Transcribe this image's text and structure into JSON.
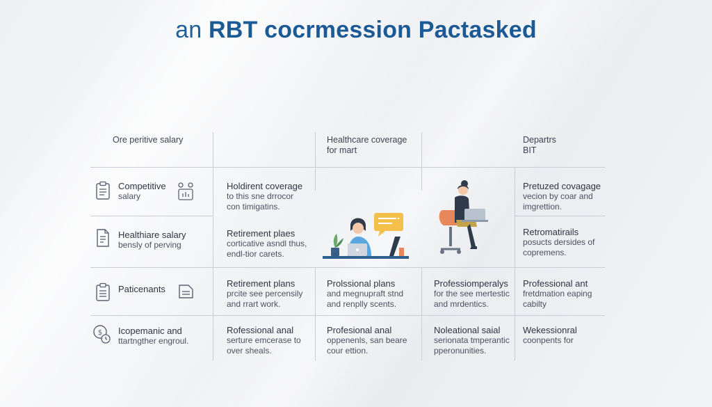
{
  "title": {
    "part1": "an ",
    "part2": "RBT cocrmession Pactasked"
  },
  "headers": {
    "col1": "Ore peritive salary",
    "col3_line1": "Healthcare coverage",
    "col3_line2": "for mart",
    "col5_line1": "Departrs",
    "col5_line2": "BIT"
  },
  "rows": [
    {
      "c1": [
        "Competitive",
        "salary"
      ],
      "c2": [
        "Holdirent coverage",
        "to this sne drrocor",
        "con timigatins."
      ],
      "c5": [
        "Pretuzed covagage",
        "vecion by coar and",
        "imgrettion."
      ]
    },
    {
      "c1": [
        "Healthiare salary",
        "bensly of perving"
      ],
      "c2": [
        "Retirement plaes",
        "corticative asndl thus,",
        "endl-tior carets."
      ],
      "c5": [
        "Retromatirails",
        "posucts dersides of",
        "copremens."
      ]
    },
    {
      "c1": [
        "Paticenants"
      ],
      "c2": [
        "Retirement plans",
        "prcite see percensily",
        "and rrart work."
      ],
      "c3": [
        "Prolssional plans",
        "and megnupraft stnd",
        "and renplly scents."
      ],
      "c4": [
        "Professiomperalys",
        "for the see mertestic",
        "and mrdentics."
      ],
      "c5": [
        "Professional ant",
        "fretdmation eaping",
        "cabilty"
      ]
    },
    {
      "c1": [
        "Icopemanic and",
        "ttartngther engroul."
      ],
      "c2": [
        "Rofessional anal",
        "serture emcerase to",
        "over sheals."
      ],
      "c3": [
        "Profesional anal",
        "oppenenls, san beare",
        "cour ettion."
      ],
      "c4": [
        "Noleational saial",
        "serionata tmperantic",
        "pperonunities."
      ],
      "c5": [
        "Wekessionral",
        "coonpents for"
      ]
    }
  ],
  "colors": {
    "title": "#1f5f9a",
    "grid": "#c9ccd2",
    "accent_yellow": "#f2c04b",
    "accent_blue": "#5aa6de",
    "accent_orange": "#e8875a"
  }
}
